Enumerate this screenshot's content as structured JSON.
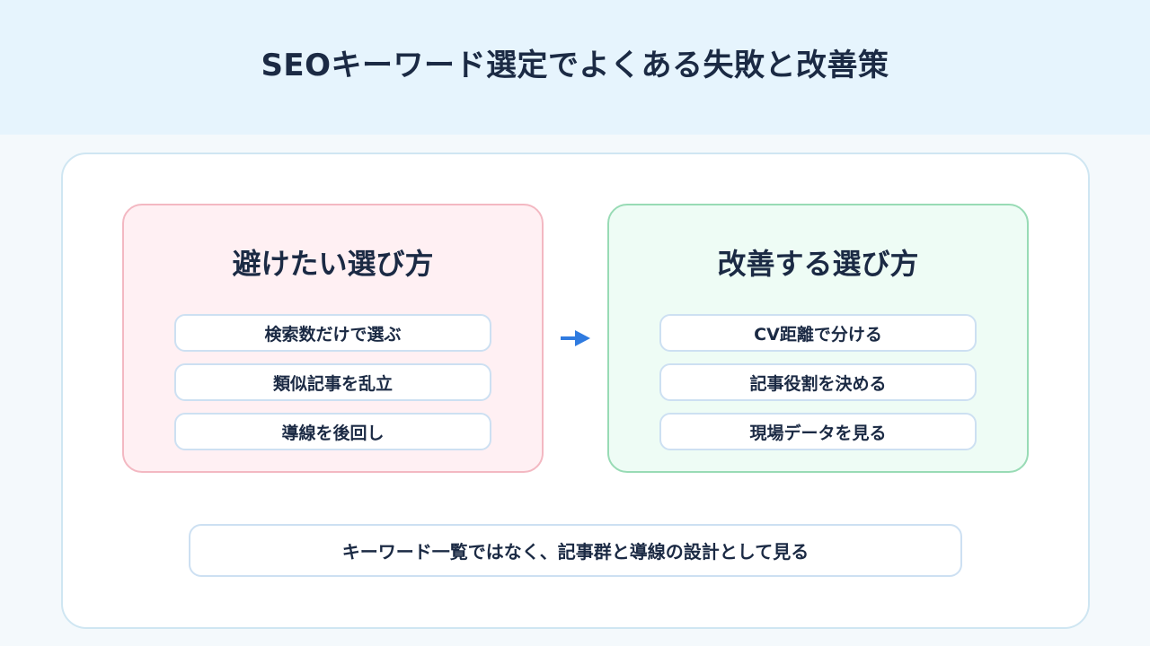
{
  "title": "SEOキーワード選定でよくある失敗と改善策",
  "left_panel": {
    "title": "避けたい選び方",
    "items": [
      "検索数だけで選ぶ",
      "類似記事を乱立",
      "導線を後回し"
    ]
  },
  "right_panel": {
    "title": "改善する選び方",
    "items": [
      "CV距離で分ける",
      "記事役割を決める",
      "現場データを見る"
    ]
  },
  "arrow_icon": "arrow-right-icon",
  "summary": "キーワード一覧ではなく、記事群と導線の設計として見る",
  "colors": {
    "header_bg": "#e6f4fd",
    "bad_panel_bg": "#fff0f3",
    "bad_panel_border": "#f3b8c2",
    "good_panel_bg": "#eefcf5",
    "good_panel_border": "#98dbb5",
    "arrow": "#2f7be0",
    "text": "#1b2a44"
  }
}
